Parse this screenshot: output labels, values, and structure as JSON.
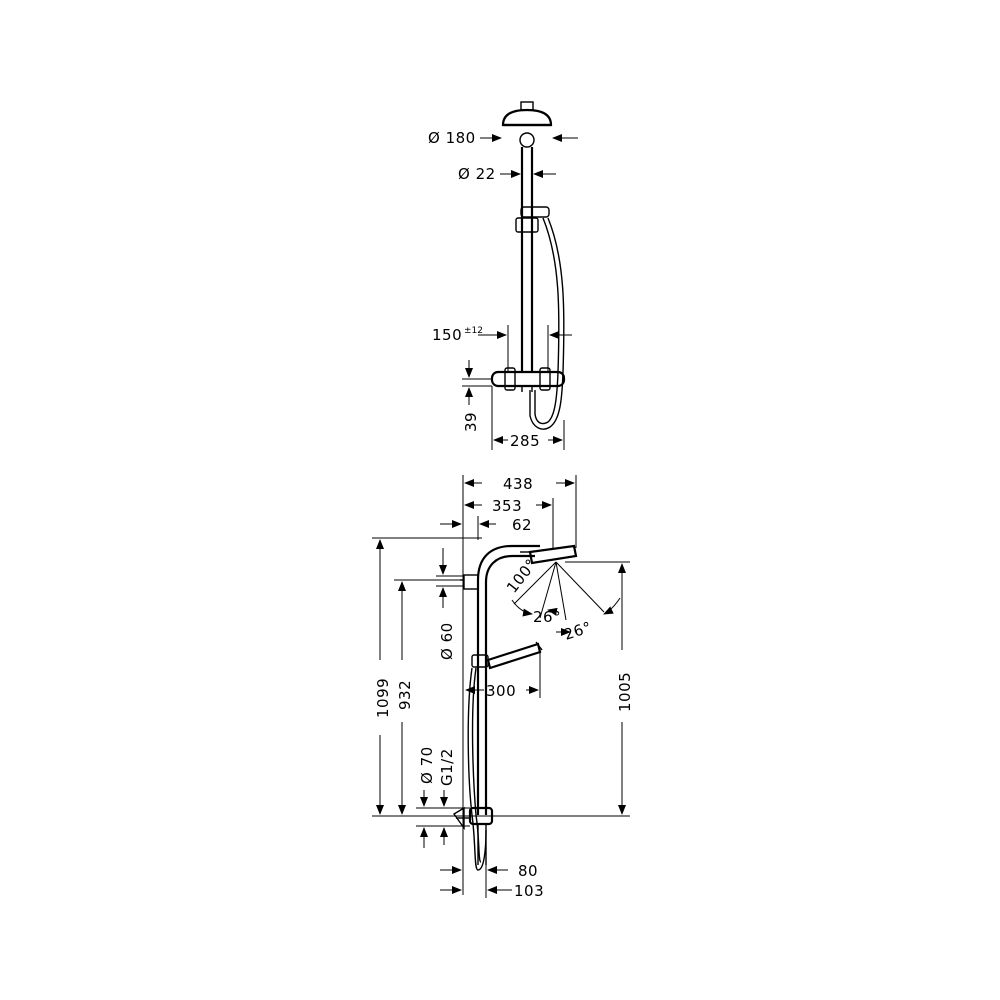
{
  "top_view": {
    "head_diameter": "Ø 180",
    "rail_diameter": "Ø 22",
    "offset": "150",
    "offset_tolerance": "±12",
    "thermostat_height": "39",
    "thermostat_width": "285"
  },
  "side_view": {
    "total_projection": "438",
    "head_projection": "353",
    "wall_offset": "62",
    "spray_angle_overhead": "100°",
    "spray_angle_left": "26°",
    "spray_angle_right": "26°",
    "bracket_diameter": "Ø 60",
    "hand_shower_projection": "300",
    "total_height": "1099",
    "rail_height": "932",
    "head_height": "1005",
    "hand_shower_diameter": "Ø 70",
    "connection_thread": "G1/2",
    "valve_depth": "80",
    "valve_projection": "103"
  }
}
